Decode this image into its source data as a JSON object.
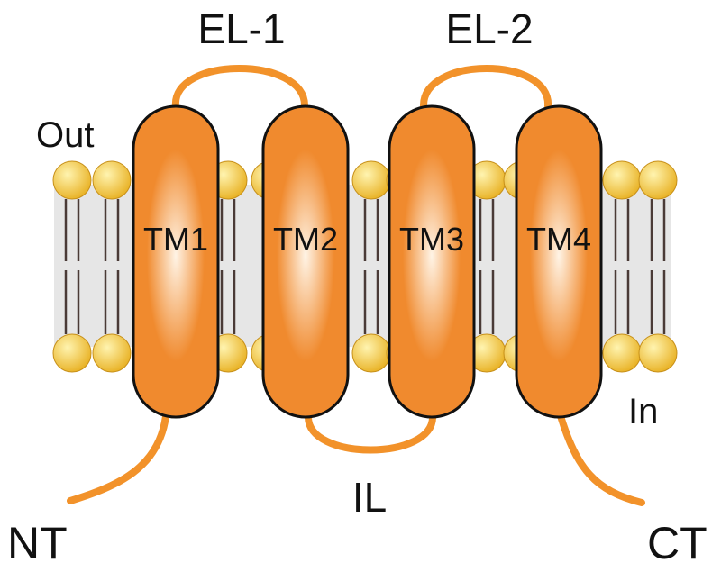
{
  "labels": {
    "out": "Out",
    "in": "In",
    "loop1": "EL-1",
    "loop2": "EL-2",
    "loop3": "IL",
    "n_term": "NT",
    "c_term": "CT"
  },
  "helices": [
    {
      "id": "tm1",
      "label": "TM1"
    },
    {
      "id": "tm2",
      "label": "TM2"
    },
    {
      "id": "tm3",
      "label": "TM3"
    },
    {
      "id": "tm4",
      "label": "TM4"
    }
  ],
  "colors": {
    "helix": "#f08a2e",
    "helix_highlight": "#fff4e6",
    "loop": "#f2922a",
    "lipid_head": "#e8b021",
    "lipid_head_highlight": "#fff4b0",
    "lipid_tail": "#4a3a36",
    "membrane_band": "#e6e6e6",
    "outline": "#111111"
  }
}
